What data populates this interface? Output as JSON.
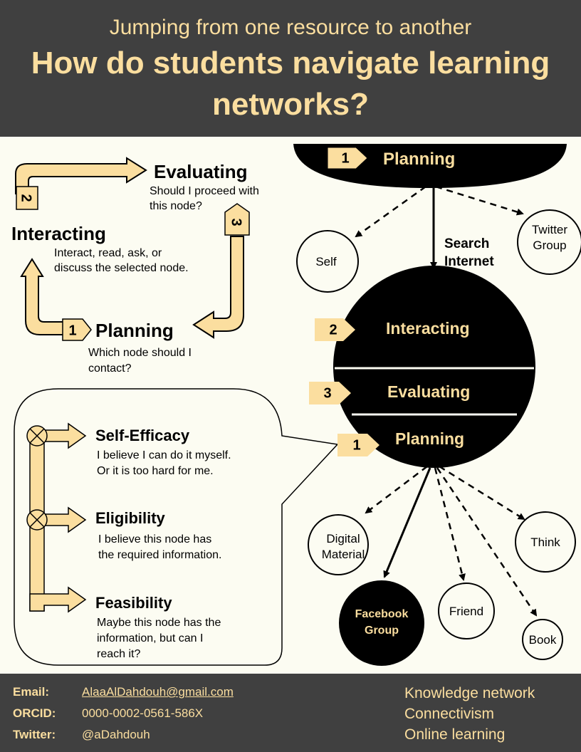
{
  "header": {
    "subtitle": "Jumping from one resource to another",
    "title_line1": "How do students navigate learning",
    "title_line2": "networks?"
  },
  "cycle": {
    "evaluating": {
      "num": "3",
      "title": "Evaluating",
      "desc1": "Should I proceed with",
      "desc2": "this node?"
    },
    "interacting": {
      "num": "2",
      "title": "Interacting",
      "desc1": "Interact, read, ask, or",
      "desc2": "discuss the selected node."
    },
    "planning": {
      "num": "1",
      "title": "Planning",
      "desc1": "Which node should I",
      "desc2": "contact?"
    }
  },
  "callout": {
    "items": [
      {
        "title": "Self-Efficacy",
        "desc1": "I believe I can do it myself.",
        "desc2": "Or it is too hard for me.",
        "desc3": ""
      },
      {
        "title": "Eligibility",
        "desc1": "I believe this node has",
        "desc2": "the required information.",
        "desc3": ""
      },
      {
        "title": "Feasibility",
        "desc1": "Maybe this node has the",
        "desc2": "information, but can I",
        "desc3": "reach it?"
      }
    ]
  },
  "network": {
    "top_step": {
      "num": "1",
      "label": "Planning"
    },
    "search_label1": "Search",
    "search_label2": "Internet",
    "hub_steps": [
      {
        "num": "2",
        "label": "Interacting"
      },
      {
        "num": "3",
        "label": "Evaluating"
      },
      {
        "num": "1",
        "label": "Planning"
      }
    ],
    "nodes": {
      "self": "Self",
      "twitter1": "Twitter",
      "twitter2": "Group",
      "digital1": "Digital",
      "digital2": "Material",
      "think": "Think",
      "facebook1": "Facebook",
      "facebook2": "Group",
      "friend": "Friend",
      "book": "Book"
    }
  },
  "footer": {
    "email_label": "Email",
    "email": "AlaaAlDahdouh@gmail.com",
    "orcid_label": "ORCID",
    "orcid": "0000-0002-0561-586X",
    "twitter_label": "Twitter",
    "twitter": "@aDahdouh",
    "keywords": [
      "Knowledge network",
      "Connectivism",
      "Online learning"
    ]
  },
  "colors": {
    "header_bg": "#404040",
    "accent": "#fbde9f",
    "page_bg": "#fcfcf2"
  }
}
